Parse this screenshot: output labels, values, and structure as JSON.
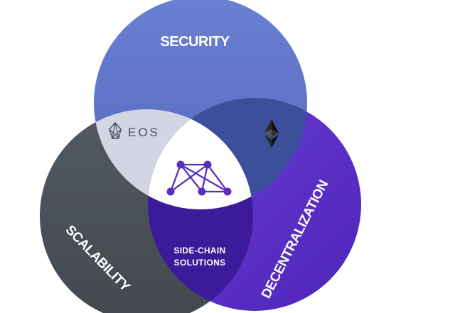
{
  "circles": {
    "security": {
      "label": "SECURITY",
      "color": "#5b70c4"
    },
    "scalability": {
      "label": "SCALABILITY",
      "color": "#4b5258"
    },
    "decentralization": {
      "label": "DECENTRALIZATION",
      "color": "#5b2fc6"
    }
  },
  "regions": {
    "security_scalability": {
      "logo": "eos-logo",
      "text": "EOS",
      "color": "#d2d6e2"
    },
    "security_decentralization": {
      "logo": "ethereum-logo",
      "color": "#3c4f9a"
    },
    "scalability_decentralization": {
      "line1": "SIDE-CHAIN",
      "line2": "SOLUTIONS",
      "color": "#3c1b9a"
    },
    "center": {
      "logo": "network-m-logo",
      "color": "#ffffff"
    }
  },
  "colors": {
    "network_logo": "#5a2fc0"
  }
}
